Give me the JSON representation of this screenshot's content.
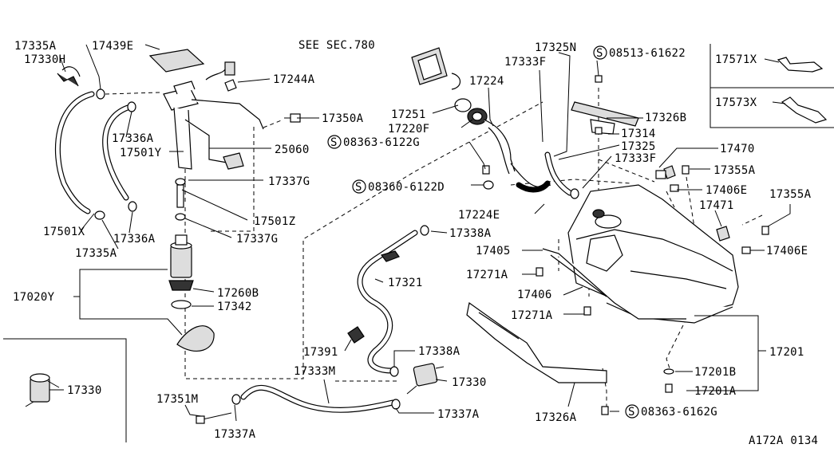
{
  "diagram": {
    "code": "A172A 0134",
    "see_section": "SEE SEC.780",
    "labels": {
      "l17335A_top": "17335A",
      "l17330H": "17330H",
      "l17439E": "17439E",
      "l17244A": "17244A",
      "l17350A": "17350A",
      "l17336A_top": "17336A",
      "l17501Y": "17501Y",
      "l25060": "25060",
      "l17337G_top": "17337G",
      "l17501Z": "17501Z",
      "l17337G_bot": "17337G",
      "l17501X": "17501X",
      "l17336A_bot": "17336A",
      "l17335A_bot": "17335A",
      "l17020Y": "17020Y",
      "l17260B": "17260B",
      "l17342": "17342",
      "l17330_box": "17330",
      "l17351M": "17351M",
      "l17337A_bot": "17337A",
      "l17333M": "17333M",
      "l17391": "17391",
      "l17338A_mid": "17338A",
      "l17330_mid": "17330",
      "l17337A_mid": "17337A",
      "l17321": "17321",
      "l17338A_top": "17338A",
      "l17251": "17251",
      "l17220F": "17220F",
      "l17224": "17224",
      "l17333F_a": "17333F",
      "l17325N": "17325N",
      "l08513": "08513-61622",
      "l17326B": "17326B",
      "l17314": "17314",
      "l17325": "17325",
      "l17333F_b": "17333F",
      "l08363_6122G": "08363-6122G",
      "l08360": "08360-6122D",
      "l17224E": "17224E",
      "l17470": "17470",
      "l17355A_a": "17355A",
      "l17406E_a": "17406E",
      "l17355A_b": "17355A",
      "l17471": "17471",
      "l17406E_b": "17406E",
      "l17405": "17405",
      "l17271A_a": "17271A",
      "l17406": "17406",
      "l17271A_b": "17271A",
      "l17201": "17201",
      "l17201B": "17201B",
      "l17201A": "17201A",
      "l17326A": "17326A",
      "l08363_6162G": "08363-6162G",
      "l17571X": "17571X",
      "l17573X": "17573X",
      "screw_symbol": "S"
    }
  }
}
